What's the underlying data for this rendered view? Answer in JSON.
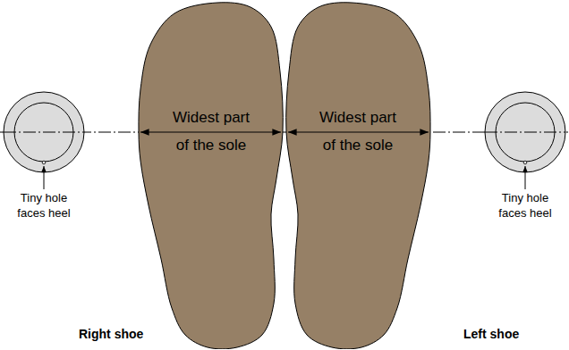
{
  "diagram": {
    "nodes": [
      {
        "text": [
          "Widest part of the sole"
        ]
      },
      {
        "text": [
          "Widest part of the sole"
        ]
      }
    ],
    "labels": [
      "Tiny hole faces heel",
      "Tiny hole faces heel",
      "Right shoe",
      "Left shoe"
    ]
  }
}
